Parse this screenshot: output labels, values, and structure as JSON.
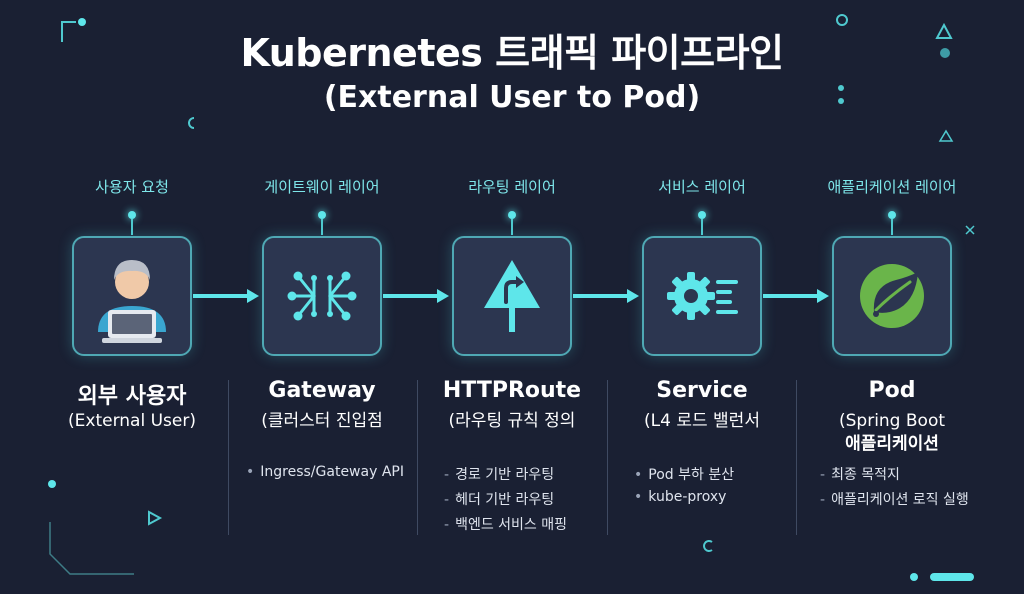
{
  "title": "Kubernetes 트래픽 파이프라인",
  "subtitle": "(External User to Pod)",
  "colors": {
    "background": "#1a2033",
    "accent": "#5ee6ea",
    "node_fill": "#2c3650",
    "node_border": "#4fa8b4",
    "spring_green": "#6ab54a"
  },
  "steps": [
    {
      "layer": "사용자 요청",
      "icon": "user-laptop-icon",
      "title": "외부 사용자",
      "sub": [
        "(External User)"
      ],
      "bullets": []
    },
    {
      "layer": "게이트웨이 레이어",
      "icon": "gateway-network-icon",
      "title": "Gateway",
      "sub": [
        "(클러스터 진입점"
      ],
      "bullets": [
        {
          "mark": "•",
          "text": "Ingress/Gateway API"
        }
      ]
    },
    {
      "layer": "라우팅 레이어",
      "icon": "route-sign-icon",
      "title": "HTTPRoute",
      "sub": [
        "(라우팅 규칙 정의"
      ],
      "bullets": [
        {
          "mark": "-",
          "text": "경로 기반 라우팅"
        },
        {
          "mark": "-",
          "text": "헤더 기반 라우팅"
        },
        {
          "mark": "-",
          "text": "백엔드 서비스 매핑"
        }
      ]
    },
    {
      "layer": "서비스 레이어",
      "icon": "service-gear-icon",
      "title": "Service",
      "sub": [
        "(L4 로드 밸런서"
      ],
      "bullets": [
        {
          "mark": "•",
          "text": "Pod 부하 분산"
        },
        {
          "mark": "•",
          "text": "kube-proxy"
        }
      ]
    },
    {
      "layer": "애플리케이션 레이어",
      "icon": "spring-leaf-icon",
      "title": "Pod",
      "sub": [
        "(Spring Boot",
        "애플리케이션"
      ],
      "bullets": [
        {
          "mark": "-",
          "text": "최종 목적지"
        },
        {
          "mark": "-",
          "text": "애플리케이션 로직 실행"
        }
      ]
    }
  ]
}
